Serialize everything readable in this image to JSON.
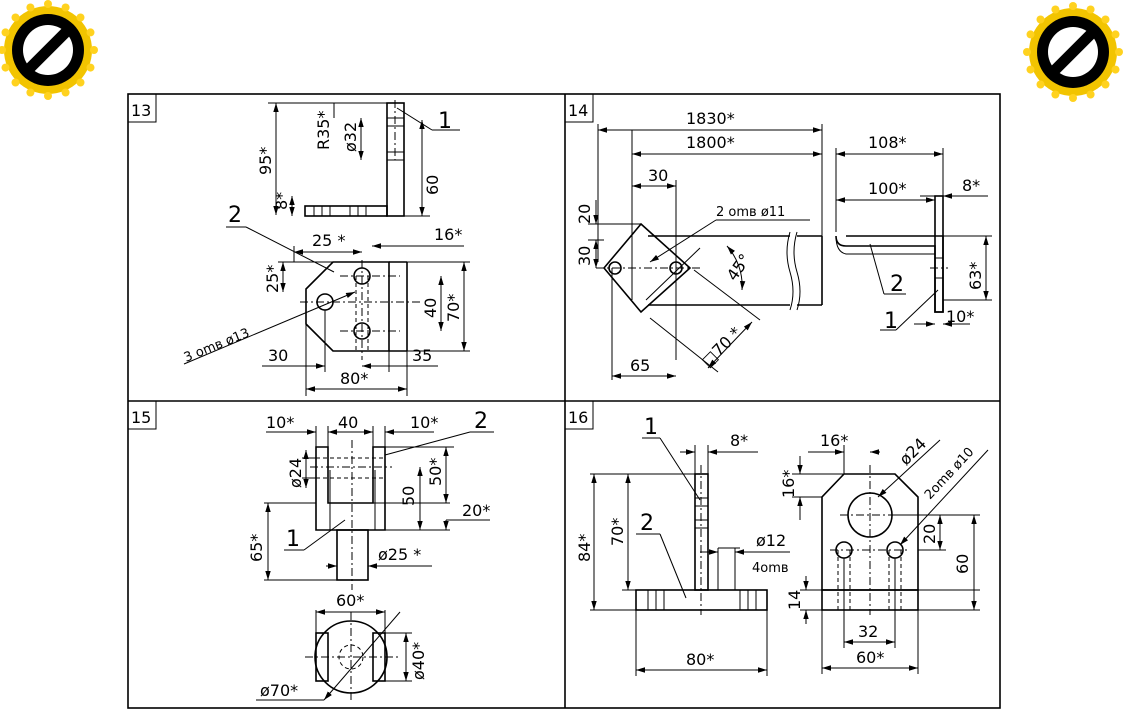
{
  "colors": {
    "badge_ring": "#f2c400",
    "badge_dot": "#ffd21f",
    "ink": "#000000"
  },
  "icons": {
    "left": "prohibited-badge-icon",
    "right": "prohibited-badge-icon"
  },
  "panels": {
    "p13": {
      "number": "13",
      "part_labels": [
        "1",
        "2"
      ],
      "dims": {
        "d95": "95*",
        "dR35": "R35*",
        "d32": "ø32",
        "d8": "8*",
        "d60": "60",
        "d25top": "25 *",
        "d16": "16*",
        "d25v": "25*",
        "d40": "40",
        "d70": "70*",
        "holes": "3 omв ø13",
        "d30": "30",
        "d35": "35",
        "d80": "80*"
      }
    },
    "p14": {
      "number": "14",
      "part_labels": [
        "1",
        "2"
      ],
      "dims": {
        "d1830": "1830*",
        "d1800": "1800*",
        "d30h": "30",
        "holes": "2 omв ø11",
        "d20": "20",
        "d30v": "30",
        "d45": "45°",
        "d70sq": "□70 *",
        "d65": "65",
        "d108": "108*",
        "d100": "100*",
        "d8": "8*",
        "d63": "63*",
        "d10": "10*"
      }
    },
    "p15": {
      "number": "15",
      "part_labels": [
        "1",
        "2"
      ],
      "dims": {
        "d10a": "10*",
        "d40": "40",
        "d10b": "10*",
        "d24": "ø24",
        "d50": "50",
        "d50s": "50*",
        "d20": "20*",
        "d65": "65*",
        "d25": "ø25 *",
        "d60": "60*",
        "d40d": "ø40*",
        "d70": "ø70*"
      }
    },
    "p16": {
      "number": "16",
      "part_labels": [
        "1",
        "2"
      ],
      "dims": {
        "d8": "8*",
        "d84": "84*",
        "d70": "70*",
        "d12": "ø12",
        "holes4": "4omв",
        "d80": "80*",
        "d16h": "16*",
        "d24": "ø24",
        "holes": "2omв ø10",
        "d16v": "16*",
        "d20": "20",
        "d60v": "60",
        "d14": "14",
        "d32": "32",
        "d60h": "60*"
      }
    }
  }
}
